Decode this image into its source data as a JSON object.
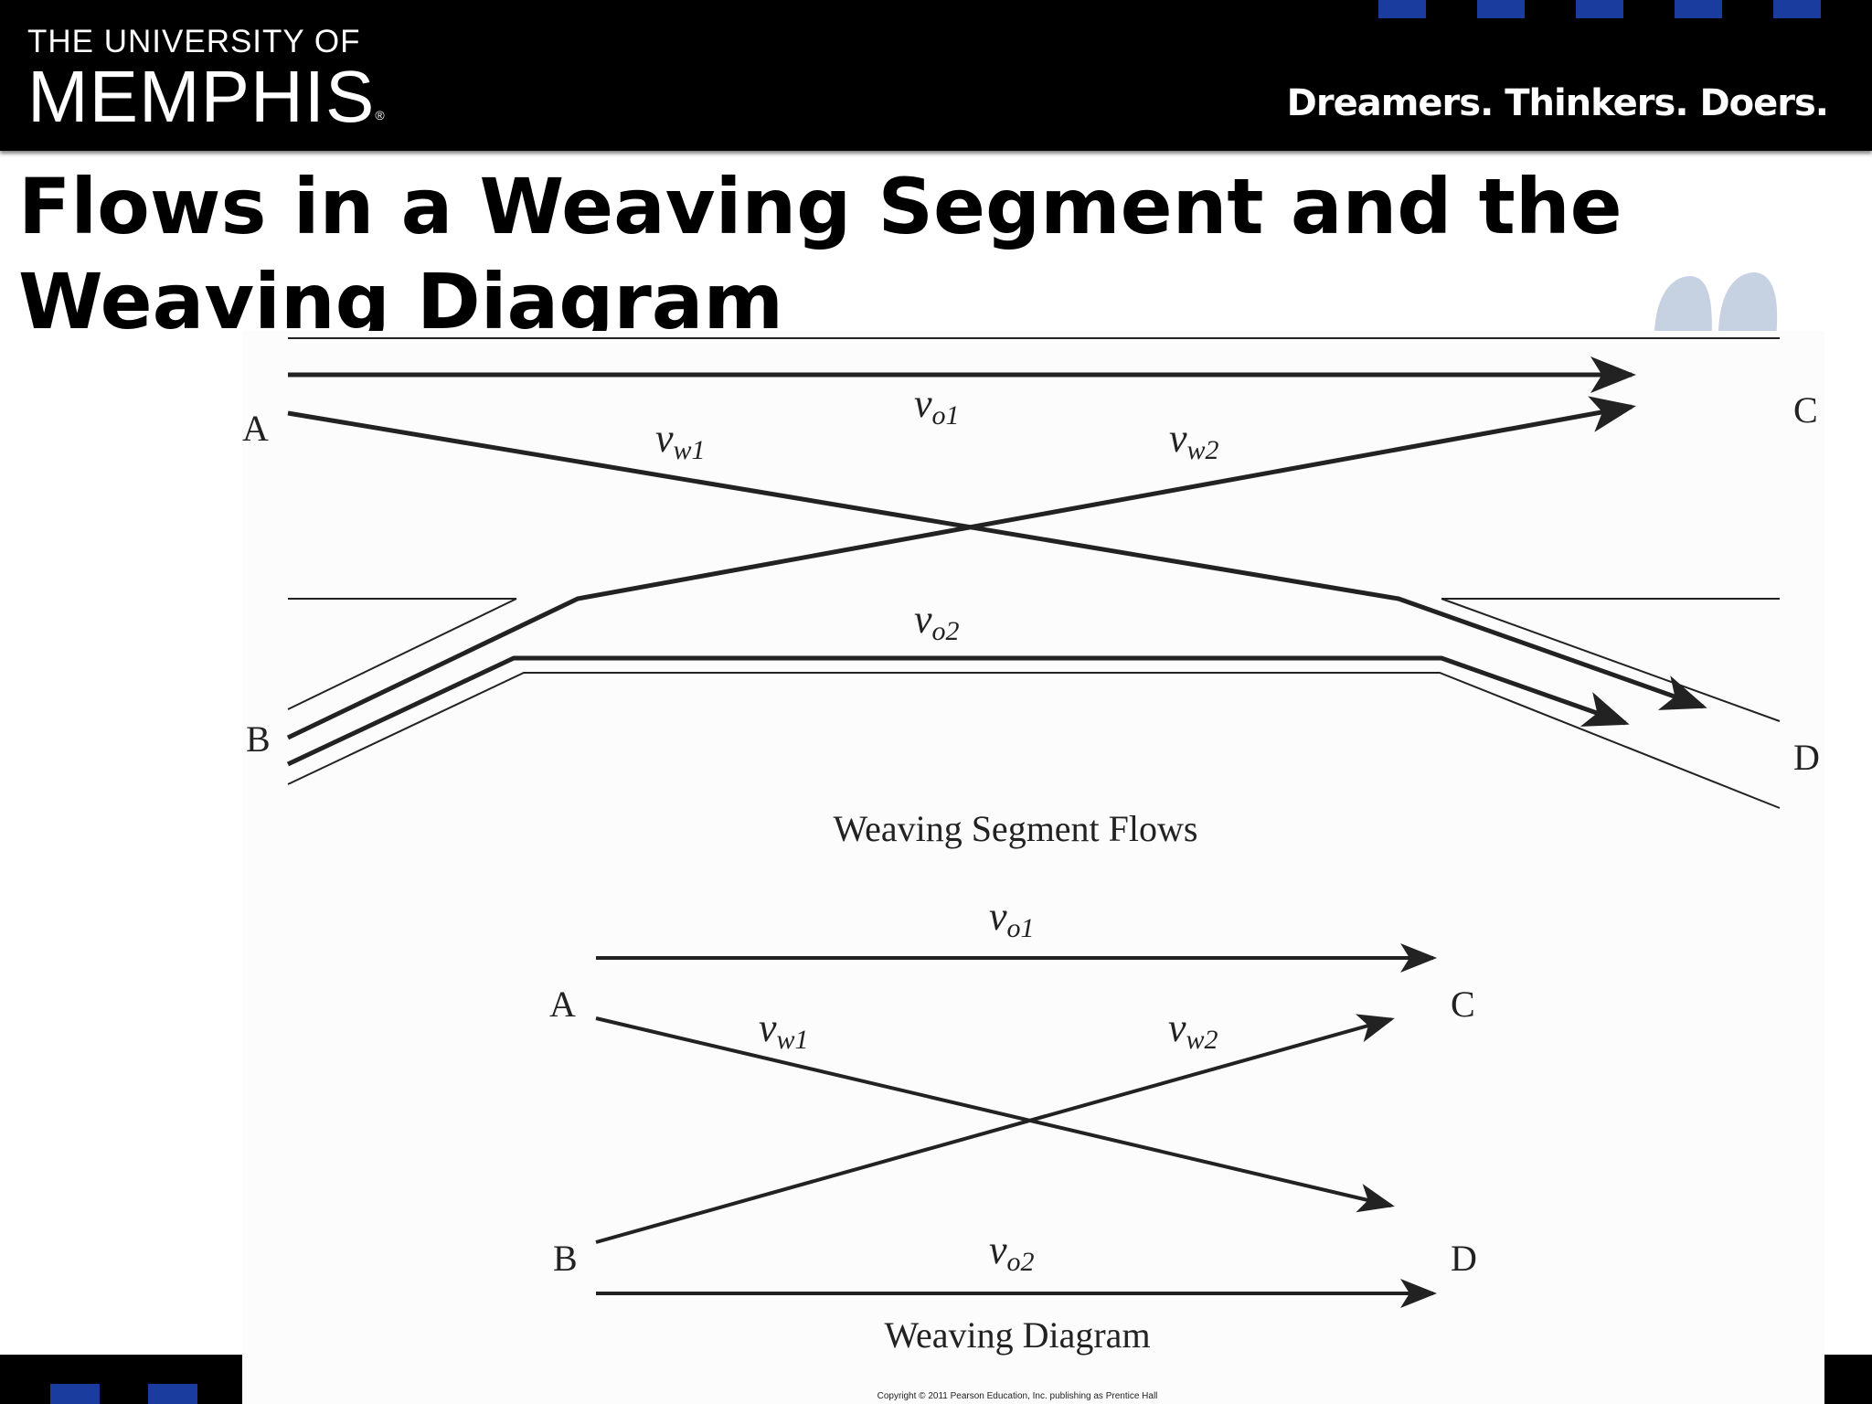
{
  "header": {
    "logo_line1": "THE UNIVERSITY OF",
    "logo_line2": "MEMPHIS",
    "logo_mark": "®",
    "tagline": "Dreamers. Thinkers. Doers.",
    "accent_color": "#1a3c9e"
  },
  "slide": {
    "title": "Flows in a Weaving Segment and the Weaving Diagram"
  },
  "segment_flows": {
    "labels": {
      "a": "A",
      "b": "B",
      "c": "C",
      "d": "D"
    },
    "flows": {
      "vo1": {
        "v": "v",
        "sub": "o1"
      },
      "vw1": {
        "v": "v",
        "sub": "w1"
      },
      "vw2": {
        "v": "v",
        "sub": "w2"
      },
      "vo2": {
        "v": "v",
        "sub": "o2"
      }
    },
    "caption": "Weaving Segment Flows"
  },
  "weaving_diagram": {
    "labels": {
      "a": "A",
      "b": "B",
      "c": "C",
      "d": "D"
    },
    "flows": {
      "vo1": {
        "v": "v",
        "sub": "o1"
      },
      "vw1": {
        "v": "v",
        "sub": "w1"
      },
      "vw2": {
        "v": "v",
        "sub": "w2"
      },
      "vo2": {
        "v": "v",
        "sub": "o2"
      }
    },
    "caption": "Weaving Diagram"
  },
  "copyright": "Copyright © 2011 Pearson Education, Inc. publishing as Prentice Hall"
}
